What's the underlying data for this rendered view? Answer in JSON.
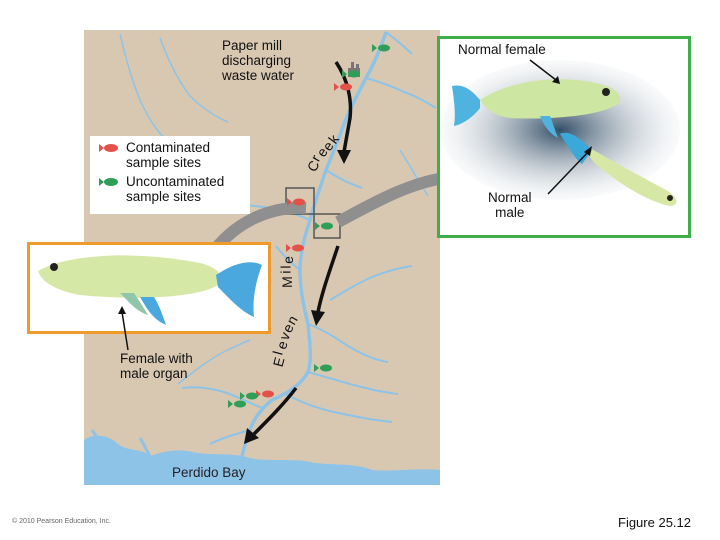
{
  "labels": {
    "paper_mill": "Paper mill\ndischarging\nwaste water",
    "normal_female": "Normal female",
    "normal_male": "Normal\nmale",
    "female_with_male_organ": "Female with\nmale organ",
    "perdido_bay": "Perdido Bay",
    "creek_name": [
      "E",
      "l",
      "e",
      "v",
      "e",
      "n",
      "M",
      "i",
      "l",
      "e",
      "C",
      "r",
      "e",
      "e",
      "k"
    ]
  },
  "legend": {
    "contaminated": "Contaminated\nsample sites",
    "uncontaminated": "Uncontaminated\nsample sites"
  },
  "colors": {
    "contaminated_fish": "#e2524b",
    "uncontaminated_fish": "#2f9e57",
    "normal_panel_border": "#3fae49",
    "affected_panel_border": "#ef9b2c",
    "map_land": "#d8c8b2",
    "water": "#8ec3e8"
  },
  "copyright": "© 2010 Pearson Education, Inc.",
  "figure_number": "Figure 25.12"
}
